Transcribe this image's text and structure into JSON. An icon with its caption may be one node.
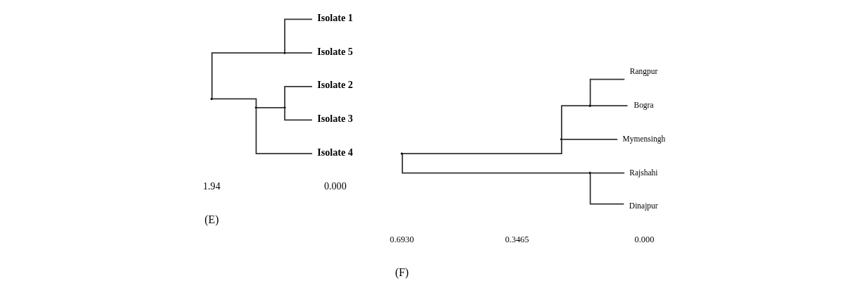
{
  "diagram": {
    "nodes": [
      {
        "text": [],
        "shape": "point"
      },
      {
        "text": [],
        "shape": "point"
      },
      {
        "text": [
          "Isolate 1"
        ]
      },
      {
        "text": [
          "Isolate 5"
        ]
      },
      {
        "text": [],
        "shape": "point"
      },
      {
        "text": [],
        "shape": "point"
      },
      {
        "text": [
          "Isolate 2"
        ]
      },
      {
        "text": [
          "Isolate 3"
        ]
      },
      {
        "text": [
          "Isolate 4"
        ]
      },
      {
        "text": [],
        "shape": "point"
      },
      {
        "text": [],
        "shape": "point"
      },
      {
        "text": [],
        "shape": "point"
      },
      {
        "text": [
          "Rangpur"
        ]
      },
      {
        "text": [
          "Bogra"
        ]
      },
      {
        "text": [
          "Mymensingh"
        ]
      },
      {
        "text": [],
        "shape": "point"
      },
      {
        "text": [
          "Rajshahi"
        ]
      },
      {
        "text": [
          "Dinajpur"
        ]
      }
    ],
    "edges": [
      {
        "from": 0,
        "to": 1,
        "arrow": "none"
      },
      {
        "from": 1,
        "to": 2,
        "arrow": "none"
      },
      {
        "from": 1,
        "to": 3,
        "arrow": "none"
      },
      {
        "from": 0,
        "to": 4,
        "arrow": "none"
      },
      {
        "from": 4,
        "to": 5,
        "arrow": "none"
      },
      {
        "from": 5,
        "to": 6,
        "arrow": "none"
      },
      {
        "from": 5,
        "to": 7,
        "arrow": "none"
      },
      {
        "from": 4,
        "to": 8,
        "arrow": "none"
      },
      {
        "from": 9,
        "to": 10,
        "arrow": "none"
      },
      {
        "from": 10,
        "to": 11,
        "arrow": "none"
      },
      {
        "from": 11,
        "to": 12,
        "arrow": "none"
      },
      {
        "from": 11,
        "to": 13,
        "arrow": "none"
      },
      {
        "from": 10,
        "to": 14,
        "arrow": "none"
      },
      {
        "from": 9,
        "to": 15,
        "arrow": "none"
      },
      {
        "from": 15,
        "to": 16,
        "arrow": "none"
      },
      {
        "from": 15,
        "to": 17,
        "arrow": "none"
      }
    ],
    "labels": [
      "1.94",
      "0.000",
      "(E)",
      "0.6930",
      "0.3465",
      "0.000",
      "(F)"
    ]
  }
}
